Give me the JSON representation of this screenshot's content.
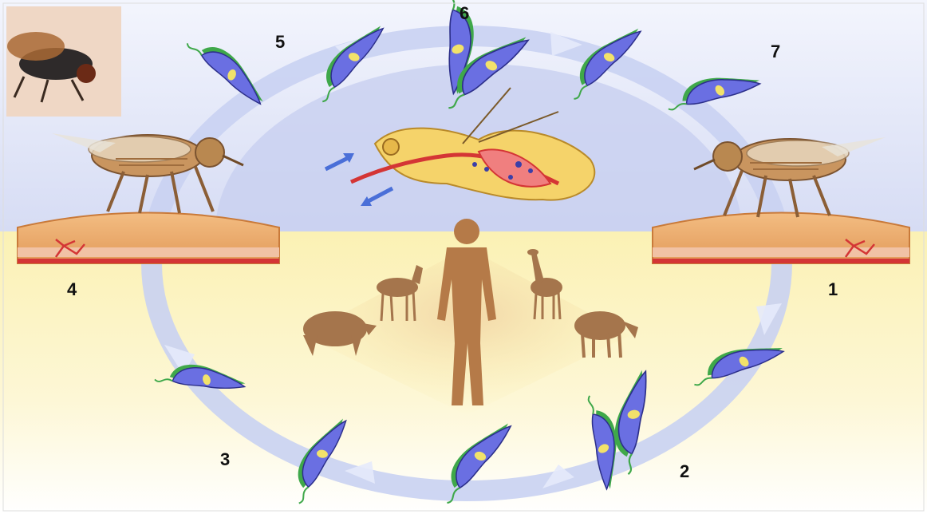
{
  "stage_labels": {
    "s1": "1",
    "s2": "2",
    "s3": "3",
    "s4": "4",
    "s5": "5",
    "s6": "6",
    "s7": "7"
  },
  "colors": {
    "vector_sky": "#d6dcf4",
    "host_ground": "#fbf3bd",
    "cycle_arrow": "#c9d2f2",
    "parasite_body": "#6a6fe2",
    "parasite_membrane": "#3fa84a",
    "parasite_nucleus": "#f2e26a",
    "fly_body": "#c9955f",
    "skin": "#e8a767",
    "blood_vessel": "#d43535",
    "human": "#b57a48",
    "animals": "#a5754c"
  },
  "icons": [
    "tsetse-fly-photo-icon",
    "tsetse-fly-left-icon",
    "tsetse-fly-right-icon",
    "fly-gut-icon",
    "human-host-icon",
    "rhino-icon",
    "antelope-icon",
    "giraffe-icon",
    "buffalo-icon",
    "trypanosome-icon"
  ]
}
